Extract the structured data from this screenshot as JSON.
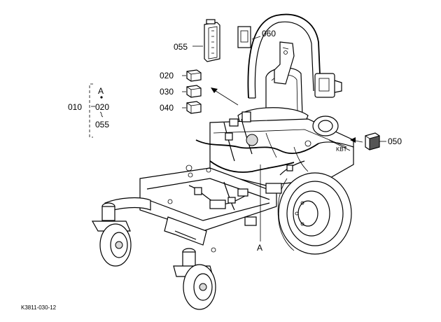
{
  "diagram": {
    "figure_code": "K3811-030-12",
    "parts": [
      {
        "ref": "055"
      },
      {
        "ref": "060"
      },
      {
        "ref": "020"
      },
      {
        "ref": "030"
      },
      {
        "ref": "040"
      },
      {
        "ref": "050"
      }
    ],
    "group": {
      "parent": "010",
      "view_letter": "A",
      "range_start": "020",
      "range_end": "055"
    },
    "view_marker": "A"
  }
}
